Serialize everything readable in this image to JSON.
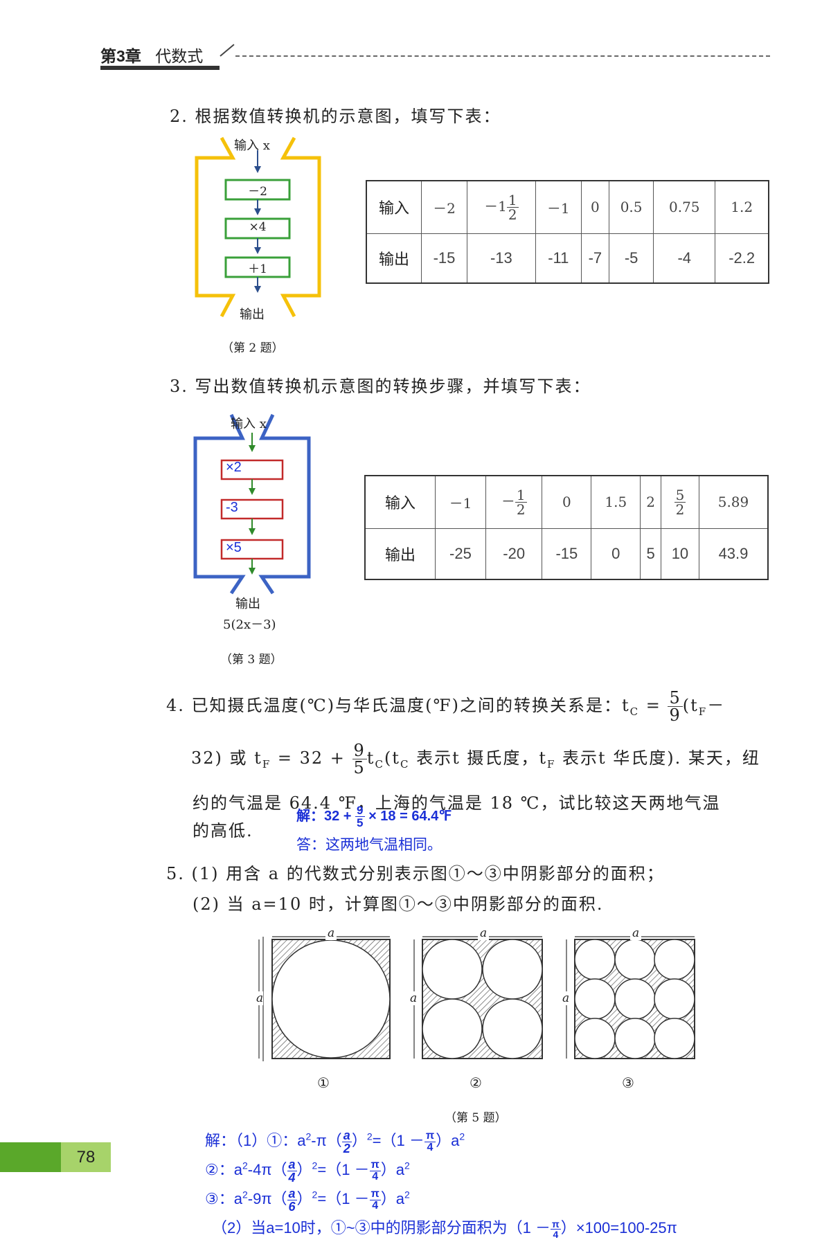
{
  "header": {
    "chapter": "第3章",
    "title": "代数式"
  },
  "q2": {
    "text": "2. 根据数值转换机的示意图，填写下表：",
    "machine": {
      "input_label": "输入 x",
      "steps": [
        "－2",
        "×4",
        "＋1"
      ],
      "output_label": "输出",
      "caption": "（第 2 题）"
    },
    "table": {
      "row_labels": [
        "输入",
        "输出"
      ],
      "inputs": [
        "－2",
        "MIXED",
        "－1",
        "0",
        "0.5",
        "0.75",
        "1.2"
      ],
      "mixed_whole": "－1",
      "mixed_num": "1",
      "mixed_den": "2",
      "outputs": [
        "-15",
        "-13",
        "-11",
        "-7",
        "-5",
        "-4",
        "-2.2"
      ]
    }
  },
  "q3": {
    "text": "3. 写出数值转换机示意图的转换步骤，并填写下表：",
    "machine": {
      "input_label": "输入 x",
      "steps": [
        "×2",
        "-3",
        "×5"
      ],
      "output_label": "输出",
      "formula": "5(2x－3)",
      "caption": "（第 3 题）"
    },
    "table": {
      "row_labels": [
        "输入",
        "输出"
      ],
      "inputs": [
        "－1",
        "FRAC1",
        "0",
        "1.5",
        "2",
        "FRAC2",
        "5.89"
      ],
      "frac1_sign": "－",
      "frac1_num": "1",
      "frac1_den": "2",
      "frac2_num": "5",
      "frac2_den": "2",
      "outputs": [
        "-25",
        "-20",
        "-15",
        "0",
        "5",
        "10",
        "43.9"
      ]
    }
  },
  "q4": {
    "line1a": "4. 已知摄氏温度(℃)与华氏温度(℉)之间的转换关系是：t",
    "line1_sub": "C",
    "line1b": " = ",
    "line1_num": "5",
    "line1_den": "9",
    "line1c": "(t",
    "line1_sub2": "F",
    "line1d": "－",
    "line2a": "32) 或 t",
    "line2_sub": "F",
    "line2b": " = 32 + ",
    "line2_num": "9",
    "line2_den": "5",
    "line2c": "t",
    "line2_sub2": "C",
    "line2d": "(t",
    "line2_sub3": "C",
    "line2e": " 表示t 摄氏度，t",
    "line2_sub4": "F",
    "line2f": " 表示t 华氏度). 某天，纽",
    "line3": "约的气温是 64.4 ℉，上海的气温是 18 ℃，试比较这天两地气温",
    "line4": "的高低.",
    "ans1a": "解：32 + ",
    "ans1_num": "9",
    "ans1_den": "5",
    "ans1b": " × 18 = 64.4℉",
    "ans2": "答：这两地气温相同。"
  },
  "q5": {
    "line1": "5. (1) 用含 a 的代数式分别表示图①～③中阴影部分的面积；",
    "line2": "(2) 当 a=10 时，计算图①～③中阴影部分的面积.",
    "fig_side": "a",
    "fig_labels": [
      "①",
      "②",
      "③"
    ],
    "caption": "（第 5 题）",
    "ans": {
      "l1a": "解：（1）①：a",
      "l1b": "-π（",
      "l1_num": "a",
      "l1_den": "2",
      "l1c": "）",
      "l1d": "=（1 －",
      "pi_num": "π",
      "pi_den4": "4",
      "l1e": "）a",
      "l2a": "②：a",
      "l2b": "-4π（",
      "l2_num": "a",
      "l2_den": "4",
      "l3a": "③：a",
      "l3b": "-9π（",
      "l3_num": "a",
      "l3_den": "6",
      "sq": "2",
      "l4a": "（2）当a=10时，①~③中的阴影部分面积为（1 －",
      "l4b": "）×100=100-25π"
    }
  },
  "page_number": "78"
}
